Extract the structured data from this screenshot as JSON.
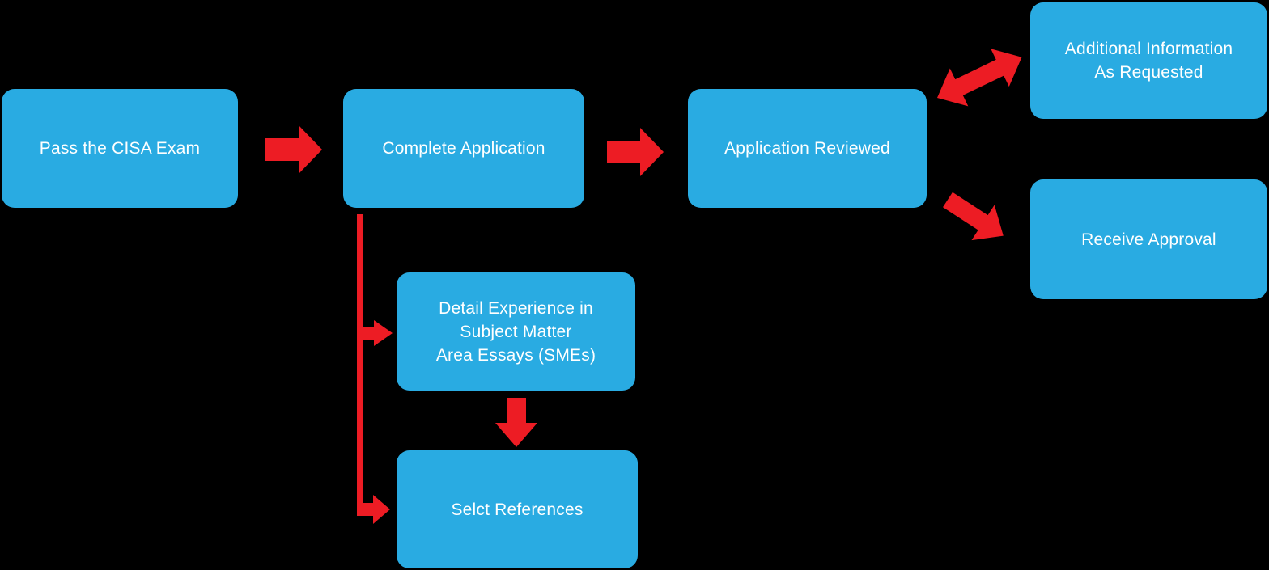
{
  "colors": {
    "node_fill": "#29ABE2",
    "arrow": "#ED1C24",
    "node_text": "#FFFFFF",
    "background": "#000000"
  },
  "nodes": [
    {
      "id": "pass-cisa-exam",
      "lines": [
        "Pass the CISA Exam"
      ]
    },
    {
      "id": "complete-application",
      "lines": [
        "Complete Application"
      ]
    },
    {
      "id": "application-reviewed",
      "lines": [
        "Application Reviewed"
      ]
    },
    {
      "id": "additional-information",
      "lines": [
        "Additional Information",
        "As Requested"
      ]
    },
    {
      "id": "receive-approval",
      "lines": [
        "Receive Approval"
      ]
    },
    {
      "id": "detail-experience",
      "lines": [
        "Detail Experience in",
        "Subject Matter",
        "Area Essays (SMEs)"
      ]
    },
    {
      "id": "select-references",
      "lines": [
        "Selct References"
      ]
    }
  ],
  "connectors": [
    {
      "id": "pass-to-complete",
      "from": "pass-cisa-exam",
      "to": "complete-application",
      "style": "single-arrow-right"
    },
    {
      "id": "complete-to-reviewed",
      "from": "complete-application",
      "to": "application-reviewed",
      "style": "single-arrow-right"
    },
    {
      "id": "reviewed-additional-info",
      "from": "application-reviewed",
      "to": "additional-information",
      "style": "double-arrow-diagonal"
    },
    {
      "id": "reviewed-to-approval",
      "from": "application-reviewed",
      "to": "receive-approval",
      "style": "single-arrow-diagonal"
    },
    {
      "id": "complete-branch-line",
      "from": "complete-application",
      "to": "branches",
      "style": "vertical-line"
    },
    {
      "id": "branch-to-detail",
      "from": "complete-application",
      "to": "detail-experience",
      "style": "single-arrow-right"
    },
    {
      "id": "branch-to-references",
      "from": "complete-application",
      "to": "select-references",
      "style": "elbow-arrow-right"
    },
    {
      "id": "detail-to-references",
      "from": "detail-experience",
      "to": "select-references",
      "style": "single-arrow-down"
    }
  ]
}
